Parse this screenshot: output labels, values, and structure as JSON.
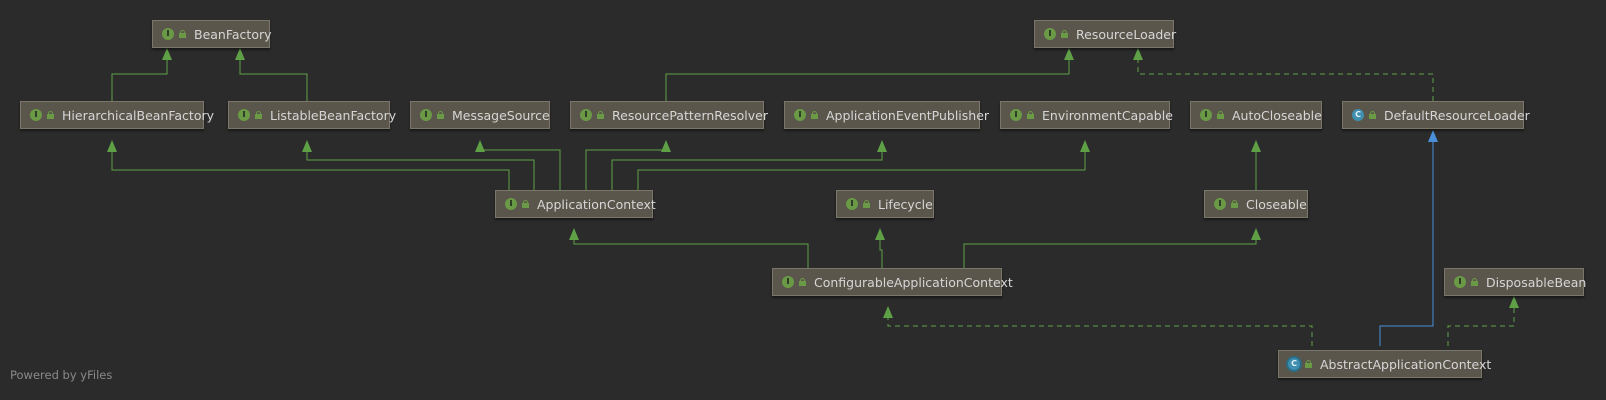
{
  "diagram": {
    "nodes": {
      "bean_factory": "BeanFactory",
      "resource_loader": "ResourceLoader",
      "hierarchical_bean_factory": "HierarchicalBeanFactory",
      "listable_bean_factory": "ListableBeanFactory",
      "message_source": "MessageSource",
      "resource_pattern_resolver": "ResourcePatternResolver",
      "application_event_publisher": "ApplicationEventPublisher",
      "environment_capable": "EnvironmentCapable",
      "auto_closeable": "AutoCloseable",
      "default_resource_loader": "DefaultResourceLoader",
      "application_context": "ApplicationContext",
      "lifecycle": "Lifecycle",
      "closeable": "Closeable",
      "configurable_application_context": "ConfigurableApplicationContext",
      "disposable_bean": "DisposableBean",
      "abstract_application_context": "AbstractApplicationContext"
    },
    "badges": {
      "interface": "I",
      "class": "C"
    },
    "colors": {
      "background": "#2b2b2b",
      "node_fill": "#5a564c",
      "extends_arrow": "#5fa046",
      "class_extends_arrow": "#4a8fd8"
    }
  },
  "footer": "Powered by yFiles"
}
